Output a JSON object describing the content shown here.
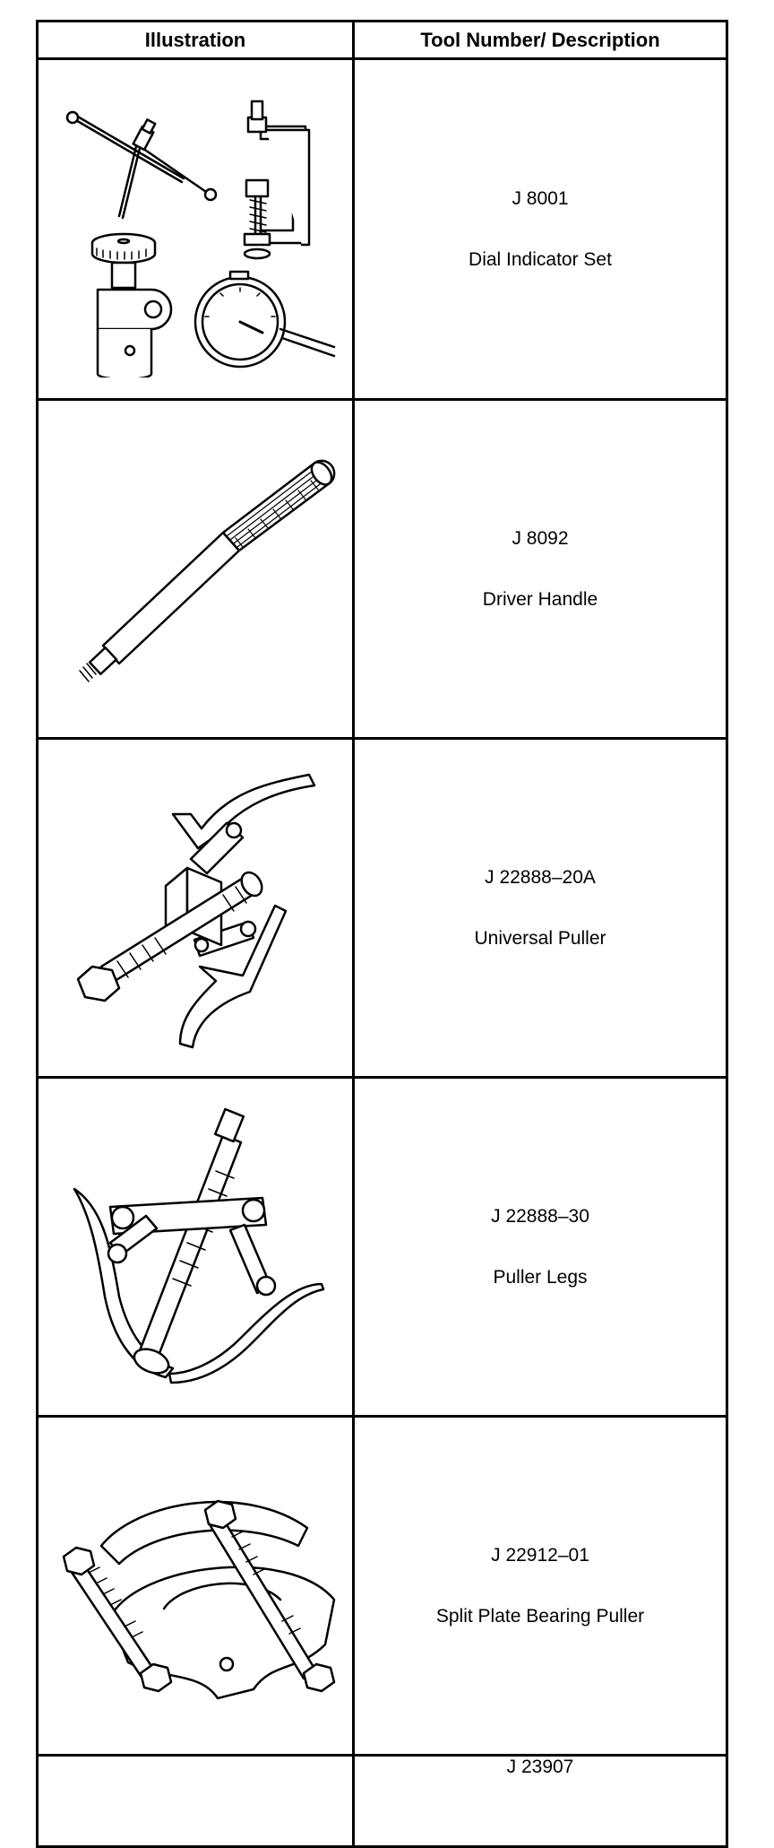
{
  "table": {
    "headers": [
      "Illustration",
      "Tool Number/ Description"
    ],
    "rows": [
      {
        "number": "J 8001",
        "description": "Dial Indicator Set",
        "icon": "dial-indicator-set-icon"
      },
      {
        "number": "J 8092",
        "description": "Driver Handle",
        "icon": "driver-handle-icon"
      },
      {
        "number": "J 22888–20A",
        "description": "Universal Puller",
        "icon": "universal-puller-icon"
      },
      {
        "number": "J 22888–30",
        "description": "Puller Legs",
        "icon": "puller-legs-icon"
      },
      {
        "number": "J 22912–01",
        "description": "Split Plate Bearing Puller",
        "icon": "split-plate-bearing-puller-icon"
      },
      {
        "number": "J 23907",
        "description": ""
      }
    ]
  }
}
